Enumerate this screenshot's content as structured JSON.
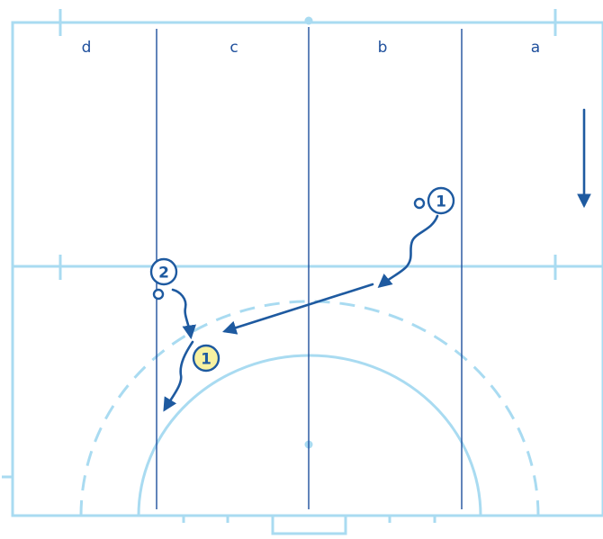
{
  "colors": {
    "court": "#a9dbf1",
    "lane": "#1e4f9c",
    "arrow": "#1e5aa0",
    "highlight": "#f7f1a1"
  },
  "zones": {
    "d": "d",
    "c": "c",
    "b": "b",
    "a": "a"
  },
  "players": {
    "p1_top": "1",
    "p2": "2",
    "p1_highlight": "1"
  }
}
